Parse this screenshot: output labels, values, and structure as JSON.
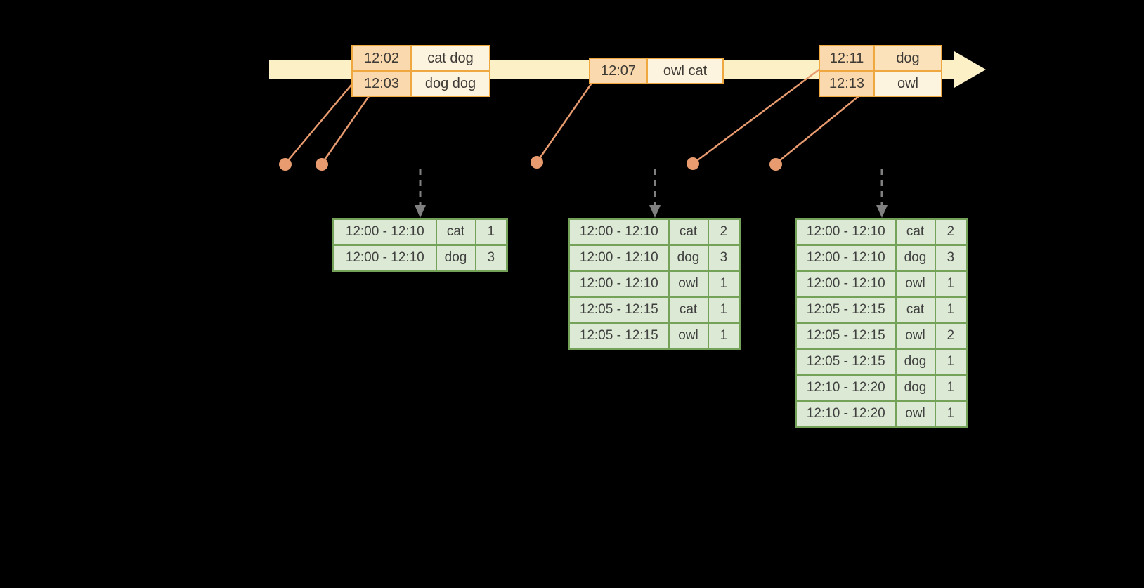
{
  "colors": {
    "background": "#000000",
    "timeline_band": "#fbf0c6",
    "event_border": "#efa73f",
    "event_time_fill": "#fad9ae",
    "event_word_fill": "#fdf4e0",
    "event_word_fill_alt": "#fbe2bb",
    "connector": "#e89b6e",
    "dashed_arrow": "#808080",
    "result_border": "#74a258",
    "result_fill": "#dce9d4",
    "text": "#404040"
  },
  "event_groups": [
    {
      "rows": [
        {
          "time": "12:02",
          "words": "cat dog"
        },
        {
          "time": "12:03",
          "words": "dog dog"
        }
      ]
    },
    {
      "rows": [
        {
          "time": "12:07",
          "words": "owl cat"
        }
      ]
    },
    {
      "rows": [
        {
          "time": "12:11",
          "words": "dog"
        },
        {
          "time": "12:13",
          "words": "owl"
        }
      ]
    }
  ],
  "result_tables": [
    {
      "rows": [
        [
          "12:00 - 12:10",
          "cat",
          "1"
        ],
        [
          "12:00 - 12:10",
          "dog",
          "3"
        ]
      ]
    },
    {
      "rows": [
        [
          "12:00 - 12:10",
          "cat",
          "2"
        ],
        [
          "12:00 - 12:10",
          "dog",
          "3"
        ],
        [
          "12:00 - 12:10",
          "owl",
          "1"
        ],
        [
          "12:05 - 12:15",
          "cat",
          "1"
        ],
        [
          "12:05 - 12:15",
          "owl",
          "1"
        ]
      ]
    },
    {
      "rows": [
        [
          "12:00 - 12:10",
          "cat",
          "2"
        ],
        [
          "12:00 - 12:10",
          "dog",
          "3"
        ],
        [
          "12:00 - 12:10",
          "owl",
          "1"
        ],
        [
          "12:05 - 12:15",
          "cat",
          "1"
        ],
        [
          "12:05 - 12:15",
          "owl",
          "2"
        ],
        [
          "12:05 - 12:15",
          "dog",
          "1"
        ],
        [
          "12:10 - 12:20",
          "dog",
          "1"
        ],
        [
          "12:10 - 12:20",
          "owl",
          "1"
        ]
      ]
    }
  ]
}
